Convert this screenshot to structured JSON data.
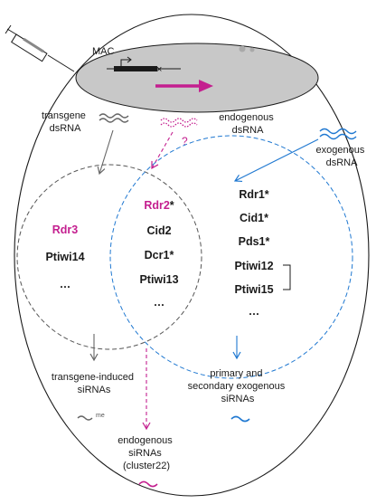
{
  "colors": {
    "pink": "#c41f8f",
    "blue": "#1f78d1",
    "gray": "#666666",
    "dark": "#1a1a1a",
    "mac_fill": "#c8c8c8"
  },
  "mac": {
    "label": "MAC",
    "gene_marker": "×"
  },
  "inputs": {
    "transgene": [
      "transgene",
      "dsRNA"
    ],
    "endogenous": [
      "endogenous",
      "dsRNA"
    ],
    "exogenous": [
      "exogenous",
      "dsRNA"
    ],
    "question_mark": "?"
  },
  "circles": {
    "left": {
      "items": [
        "Rdr3",
        "Ptiwi14",
        "…"
      ],
      "highlight": [
        "Rdr3"
      ]
    },
    "middle": {
      "items": [
        "Rdr2*",
        "Cid2",
        "Dcr1*",
        "Ptiwi13",
        "…"
      ],
      "highlight": [
        "Rdr2"
      ]
    },
    "right": {
      "items": [
        "Rdr1*",
        "Cid1*",
        "Pds1*",
        "Ptiwi12",
        "Ptiwi15",
        "…"
      ],
      "highlight": []
    }
  },
  "outputs": {
    "transgene_sirnas": [
      "transgene-induced",
      "siRNAs"
    ],
    "me_label": "me",
    "exogenous_sirnas": [
      "primary and",
      "secondary exogenous",
      "siRNAs"
    ],
    "endogenous_sirnas": [
      "endogenous",
      "siRNAs",
      "(cluster22)"
    ]
  }
}
